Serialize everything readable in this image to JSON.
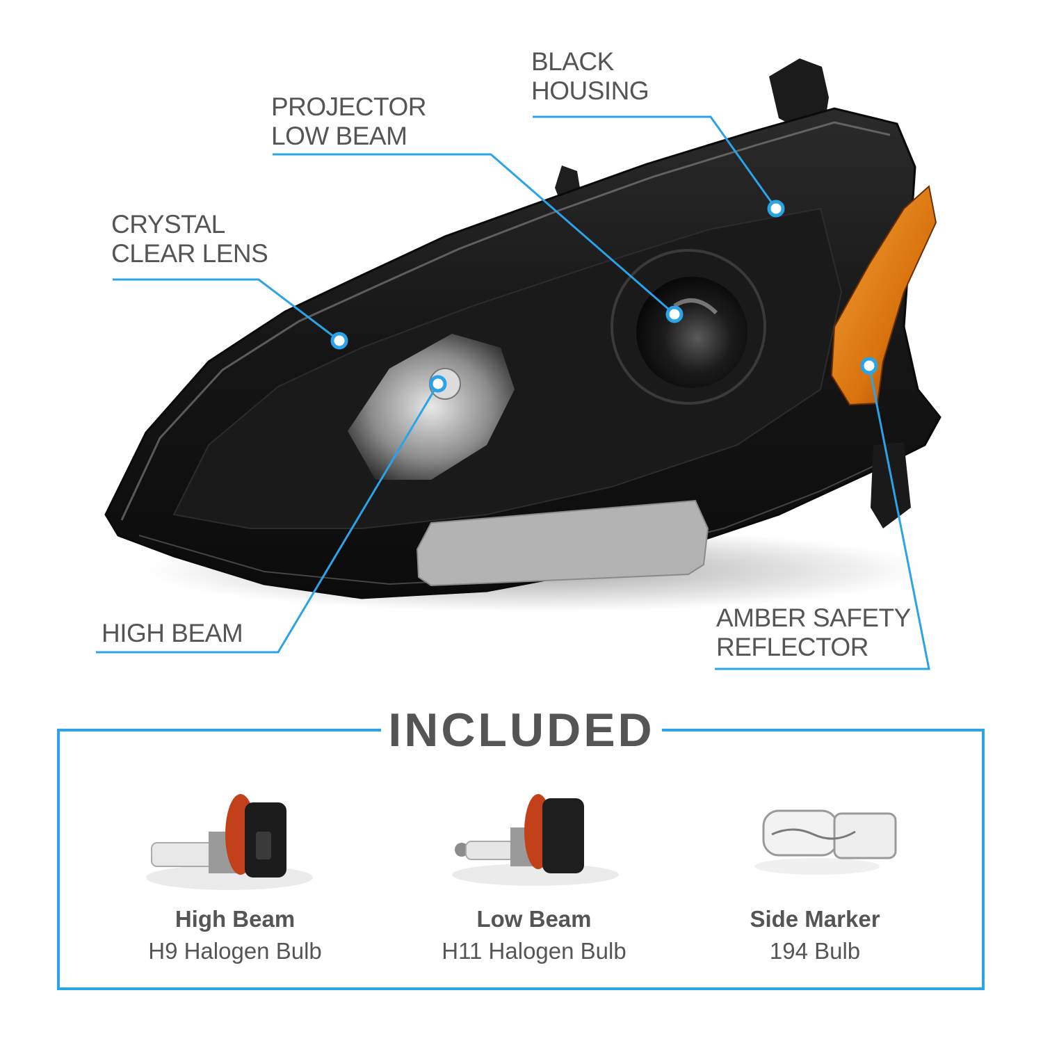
{
  "callouts": {
    "black_housing": {
      "line1": "BLACK",
      "line2": "HOUSING"
    },
    "projector_low_beam": {
      "line1": "PROJECTOR",
      "line2": "LOW BEAM"
    },
    "crystal_clear_lens": {
      "line1": "CRYSTAL",
      "line2": "CLEAR LENS"
    },
    "high_beam": {
      "line1": "HIGH BEAM"
    },
    "amber_safety_reflector": {
      "line1": "AMBER SAFETY",
      "line2": "REFLECTOR"
    }
  },
  "included": {
    "title": "INCLUDED",
    "items": [
      {
        "name": "High Beam",
        "desc": "H9 Halogen Bulb"
      },
      {
        "name": "Low Beam",
        "desc": "H11 Halogen Bulb"
      },
      {
        "name": "Side Marker",
        "desc": "194 Bulb"
      }
    ]
  },
  "colors": {
    "accent_blue": "#2aa3e8",
    "text_gray": "#555555",
    "housing_black": "#141414",
    "amber": "#d9730d"
  }
}
